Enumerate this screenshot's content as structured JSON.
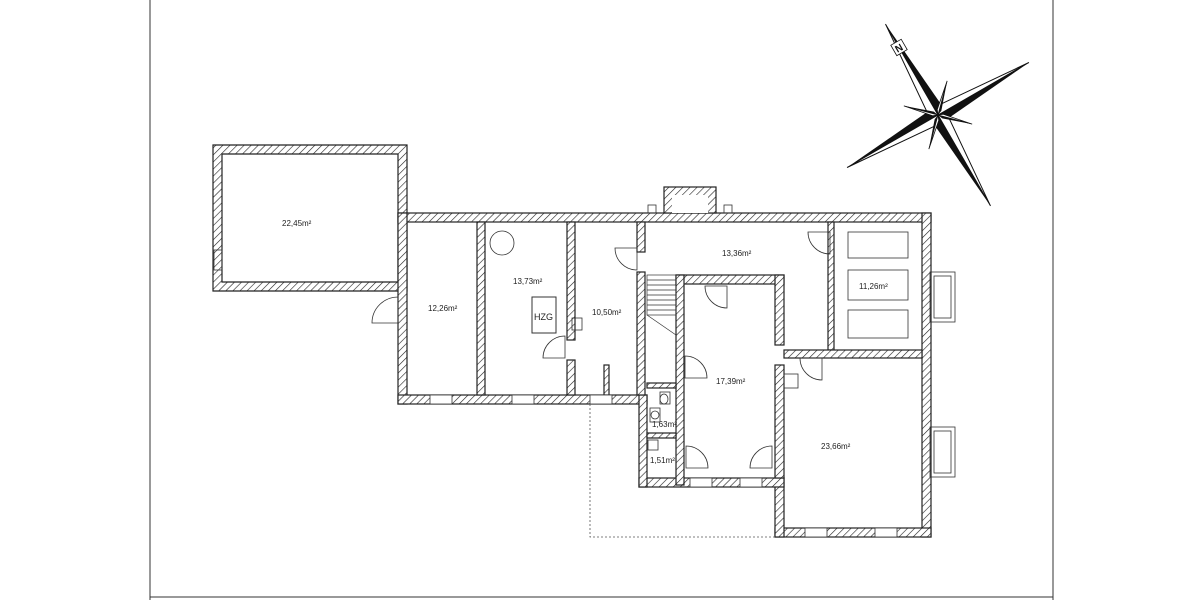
{
  "rooms": [
    {
      "label": "22,45m²"
    },
    {
      "label": "12,26m²"
    },
    {
      "label": "13,73m²"
    },
    {
      "label": "10,50m²"
    },
    {
      "label": "13,36m²"
    },
    {
      "label": "11,26m²"
    },
    {
      "label": "17,39m²"
    },
    {
      "label": "1,63m²"
    },
    {
      "label": "1,51m²"
    },
    {
      "label": "23,66m²"
    }
  ],
  "heating": {
    "label": "HZG"
  },
  "compass": {
    "north_label": "N"
  }
}
